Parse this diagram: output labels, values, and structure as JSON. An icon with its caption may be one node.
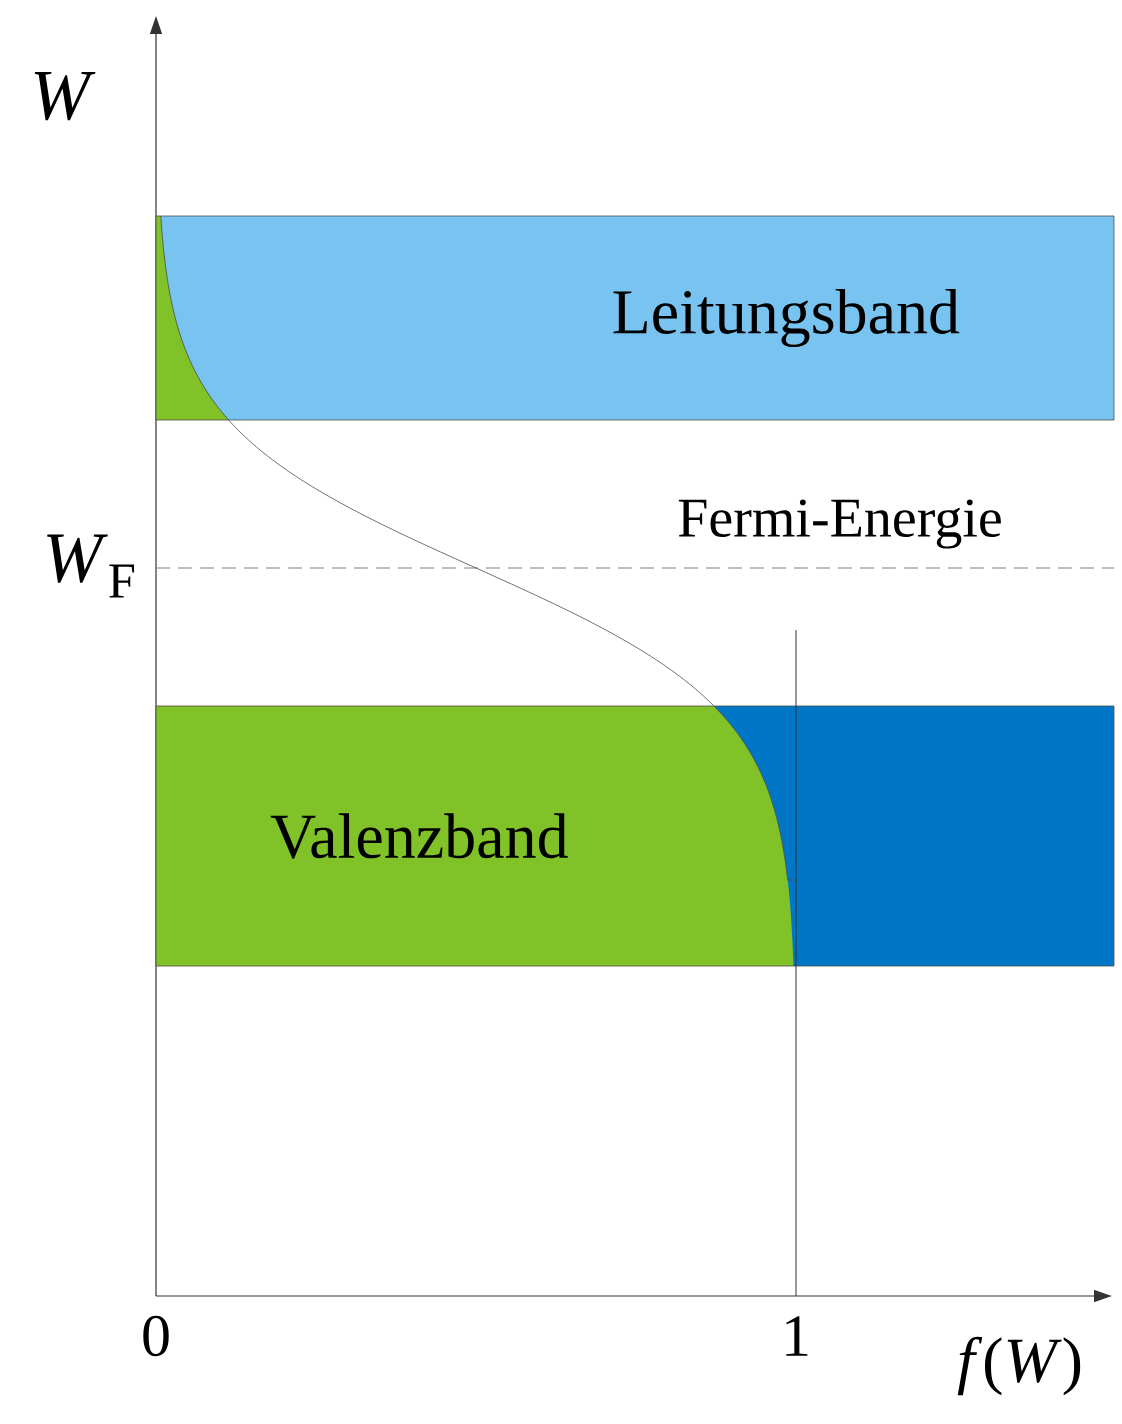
{
  "diagram": {
    "nodes": [
      {
        "text": [
          "Leitungsband"
        ]
      },
      {
        "text": [
          "Valenzband"
        ]
      }
    ],
    "labels": [
      "W",
      "Fermi-Energie",
      "*W*$_{F}$",
      "0",
      "1",
      "*f*(*W*)"
    ]
  }
}
